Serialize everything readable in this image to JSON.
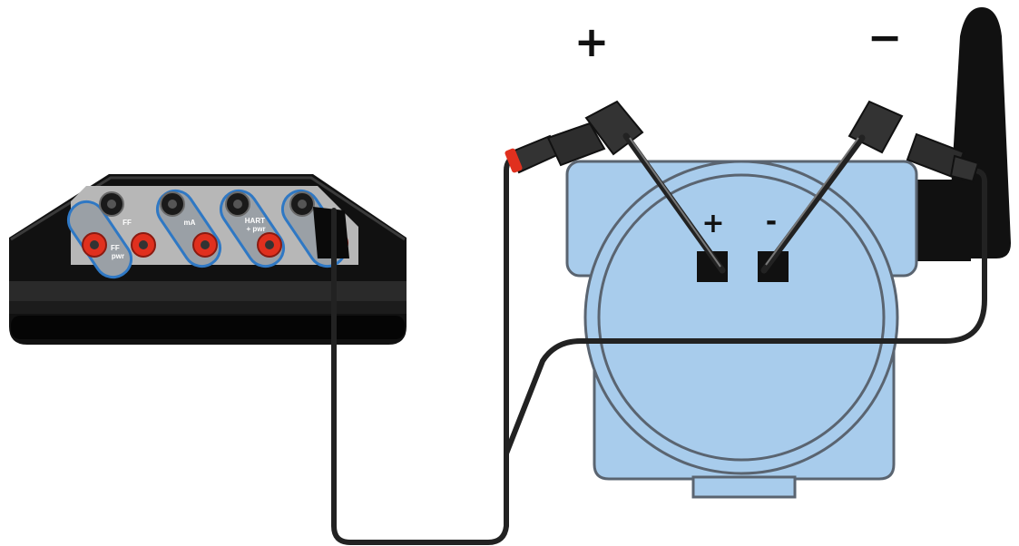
{
  "diagram": {
    "polarity_labels": {
      "plus": "+",
      "minus": "−"
    },
    "terminal_labels": {
      "plus": "+",
      "minus": "-"
    },
    "calibrator": {
      "ports": [
        {
          "label_top": "FF",
          "label_bottom": "FF\npwr"
        },
        {
          "label_top": "mA",
          "label_bottom": ""
        },
        {
          "label_top": "HART\n+ pwr",
          "label_bottom": ""
        },
        {
          "label_top": "",
          "label_bottom": ""
        }
      ]
    },
    "colors": {
      "transmitter_body": "#a8ccec",
      "transmitter_outline": "#5a6470",
      "calibrator_body": "#111111",
      "panel": "#b7b7b7",
      "port_outline_blue": "#2f78c4",
      "jack_red": "#e0301e",
      "jack_black": "#1a1a1a",
      "wire": "#222222"
    }
  }
}
